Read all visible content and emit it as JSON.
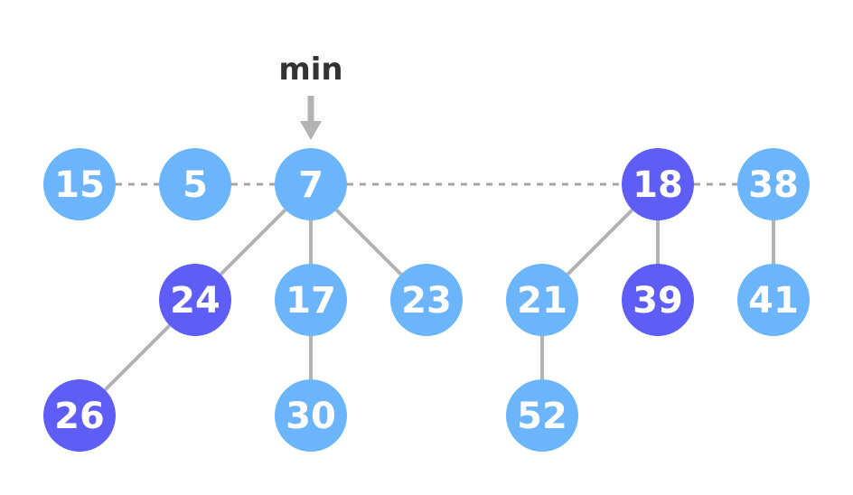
{
  "colors": {
    "unmarked": "#6cb4fb",
    "marked": "#5e5df6",
    "edge": "#b3b3b3",
    "root_link": "#a6a6a6",
    "pointer": "#b3b3b3",
    "label_text": "#333333",
    "node_text": "#ffffff"
  },
  "pointer": {
    "label": "min",
    "target": "n7",
    "icon": "arrow-down-icon"
  },
  "nodes": [
    {
      "id": "n15",
      "label": "15",
      "marked": false
    },
    {
      "id": "n5",
      "label": "5",
      "marked": false
    },
    {
      "id": "n7",
      "label": "7",
      "marked": false
    },
    {
      "id": "n18",
      "label": "18",
      "marked": true
    },
    {
      "id": "n38",
      "label": "38",
      "marked": false
    },
    {
      "id": "n24",
      "label": "24",
      "marked": true
    },
    {
      "id": "n17",
      "label": "17",
      "marked": false
    },
    {
      "id": "n23",
      "label": "23",
      "marked": false
    },
    {
      "id": "n21",
      "label": "21",
      "marked": false
    },
    {
      "id": "n39",
      "label": "39",
      "marked": true
    },
    {
      "id": "n41",
      "label": "41",
      "marked": false
    },
    {
      "id": "n26",
      "label": "26",
      "marked": true
    },
    {
      "id": "n30",
      "label": "30",
      "marked": false
    },
    {
      "id": "n52",
      "label": "52",
      "marked": false
    }
  ],
  "root_list": [
    "n15",
    "n5",
    "n7",
    "n18",
    "n38"
  ],
  "edges": [
    {
      "from": "n7",
      "to": "n24"
    },
    {
      "from": "n7",
      "to": "n17"
    },
    {
      "from": "n7",
      "to": "n23"
    },
    {
      "from": "n24",
      "to": "n26"
    },
    {
      "from": "n17",
      "to": "n30"
    },
    {
      "from": "n18",
      "to": "n21"
    },
    {
      "from": "n18",
      "to": "n39"
    },
    {
      "from": "n21",
      "to": "n52"
    },
    {
      "from": "n38",
      "to": "n41"
    }
  ]
}
